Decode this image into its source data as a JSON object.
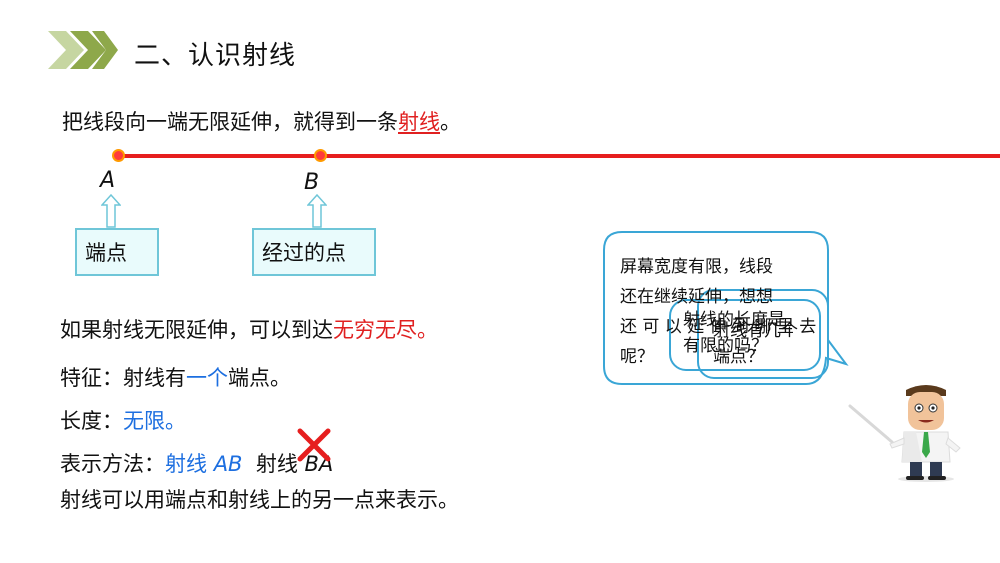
{
  "header": {
    "title": "二、认识射线"
  },
  "definition": {
    "prefix": "把线段向一端无限延伸，就得到一条",
    "term": "射线",
    "suffix": "。"
  },
  "diagram": {
    "point_a": "A",
    "point_b": "B",
    "label_endpoint": "端点",
    "label_passing_point": "经过的点"
  },
  "extension": {
    "prefix": "如果射线无限延伸，可以到达",
    "highlight": "无穷无尽。"
  },
  "feature": {
    "prefix": "特征：射线有",
    "highlight": "一个",
    "suffix": "端点。"
  },
  "length": {
    "prefix": "长度：",
    "highlight": "无限。"
  },
  "notation": {
    "label": "表示方法",
    "colon": "：",
    "correct_word": "射线",
    "correct_letters": "AB",
    "wrong_word": "射线",
    "wrong_letters": "BA"
  },
  "summary": "射线可以用端点和射线上的另一点来表示。",
  "bubbles": {
    "main": "屏幕宽度有限，线段\n还在继续延伸，想想\n还 可 以 延 伸 到 哪 里 去\n呢？",
    "second": "射线的长度是\n有限的吗？",
    "third": "射线有几个\n端点？"
  },
  "colors": {
    "accent_green": "#8ea84a",
    "ray_red": "#e61e1e",
    "highlight_red": "#e02020",
    "highlight_blue": "#1d6fe0",
    "box_fill": "#e9fbfc",
    "box_border": "#6fc6d8",
    "bubble_border": "#3aa6d6"
  }
}
